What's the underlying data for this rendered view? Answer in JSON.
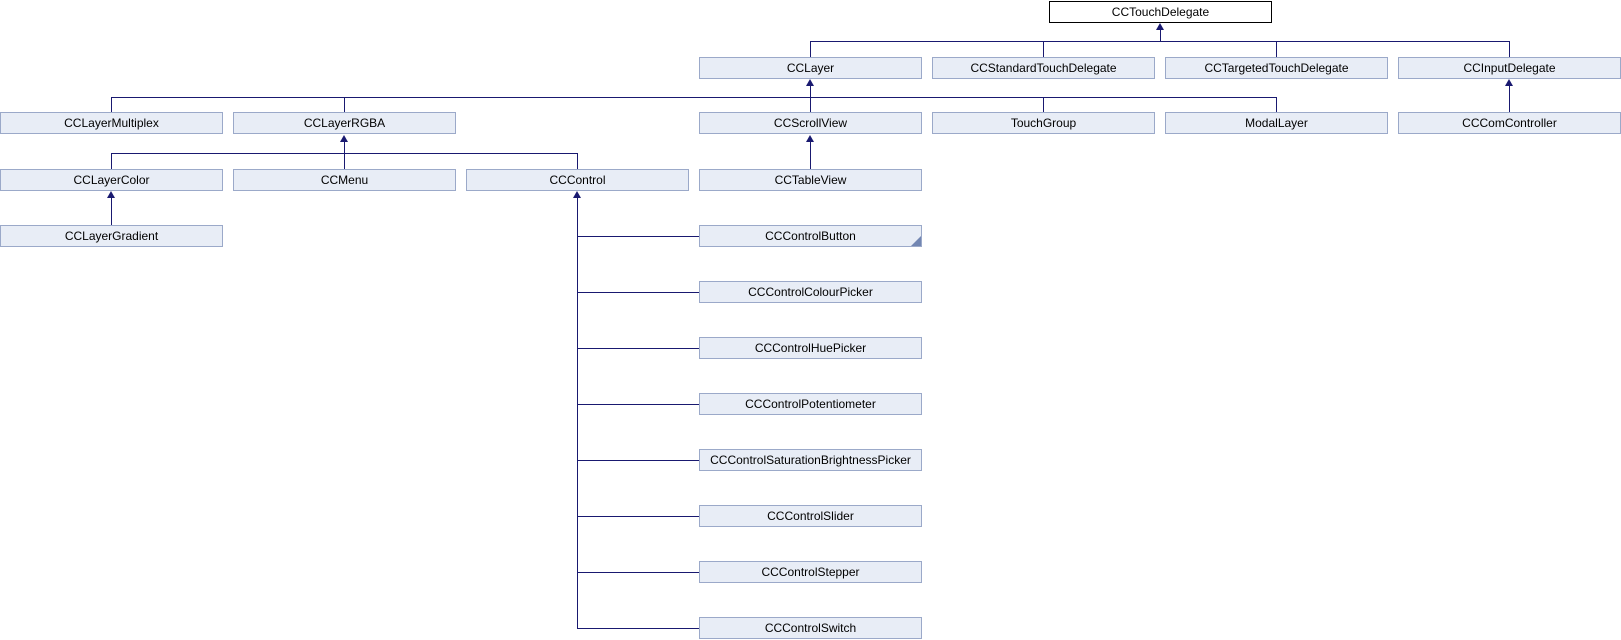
{
  "diagram": {
    "type": "class-inheritance-graph",
    "colors": {
      "edge": "#191970",
      "node_fill": "#e8edf6",
      "node_border": "#9ba9c9",
      "root_fill": "#ffffff",
      "root_border": "#000000",
      "fold_corner": "#7286b2",
      "text": "#000000"
    },
    "nodes": {
      "cctouchdelegate": {
        "label": "CCTouchDelegate"
      },
      "cclayer": {
        "label": "CCLayer"
      },
      "ccstandardtouchdelegate": {
        "label": "CCStandardTouchDelegate"
      },
      "cctargetedtouchdelegate": {
        "label": "CCTargetedTouchDelegate"
      },
      "ccinputdelegate": {
        "label": "CCInputDelegate"
      },
      "cclayermultiplex": {
        "label": "CCLayerMultiplex"
      },
      "cclayerrgba": {
        "label": "CCLayerRGBA"
      },
      "ccscrollview": {
        "label": "CCScrollView"
      },
      "touchgroup": {
        "label": "TouchGroup"
      },
      "modallayer": {
        "label": "ModalLayer"
      },
      "cccomcontroller": {
        "label": "CCComController"
      },
      "cclayercolor": {
        "label": "CCLayerColor"
      },
      "ccmenu": {
        "label": "CCMenu"
      },
      "cccontrol": {
        "label": "CCControl"
      },
      "cctableview": {
        "label": "CCTableView"
      },
      "cclayergradient": {
        "label": "CCLayerGradient"
      },
      "cccontrolbutton": {
        "label": "CCControlButton"
      },
      "cccontrolcolourpicker": {
        "label": "CCControlColourPicker"
      },
      "cccontrolhuepicker": {
        "label": "CCControlHuePicker"
      },
      "cccontrolpotentiometer": {
        "label": "CCControlPotentiometer"
      },
      "cccontrolsaturationbrightnesspicker": {
        "label": "CCControlSaturationBrightnessPicker"
      },
      "cccontrolslider": {
        "label": "CCControlSlider"
      },
      "cccontrolstepper": {
        "label": "CCControlStepper"
      },
      "cccontrolswitch": {
        "label": "CCControlSwitch"
      }
    },
    "relationships": [
      {
        "child": "CCLayer",
        "parent": "CCTouchDelegate"
      },
      {
        "child": "CCStandardTouchDelegate",
        "parent": "CCTouchDelegate"
      },
      {
        "child": "CCTargetedTouchDelegate",
        "parent": "CCTouchDelegate"
      },
      {
        "child": "CCInputDelegate",
        "parent": "CCTouchDelegate"
      },
      {
        "child": "CCLayerMultiplex",
        "parent": "CCLayer"
      },
      {
        "child": "CCLayerRGBA",
        "parent": "CCLayer"
      },
      {
        "child": "CCScrollView",
        "parent": "CCLayer"
      },
      {
        "child": "TouchGroup",
        "parent": "CCLayer"
      },
      {
        "child": "ModalLayer",
        "parent": "CCLayer"
      },
      {
        "child": "CCComController",
        "parent": "CCInputDelegate"
      },
      {
        "child": "CCLayerColor",
        "parent": "CCLayerRGBA"
      },
      {
        "child": "CCMenu",
        "parent": "CCLayerRGBA"
      },
      {
        "child": "CCControl",
        "parent": "CCLayerRGBA"
      },
      {
        "child": "CCTableView",
        "parent": "CCScrollView"
      },
      {
        "child": "CCLayerGradient",
        "parent": "CCLayerColor"
      },
      {
        "child": "CCControlButton",
        "parent": "CCControl"
      },
      {
        "child": "CCControlColourPicker",
        "parent": "CCControl"
      },
      {
        "child": "CCControlHuePicker",
        "parent": "CCControl"
      },
      {
        "child": "CCControlPotentiometer",
        "parent": "CCControl"
      },
      {
        "child": "CCControlSaturationBrightnessPicker",
        "parent": "CCControl"
      },
      {
        "child": "CCControlSlider",
        "parent": "CCControl"
      },
      {
        "child": "CCControlStepper",
        "parent": "CCControl"
      },
      {
        "child": "CCControlSwitch",
        "parent": "CCControl"
      }
    ],
    "truncated_nodes": [
      "CCControlButton"
    ]
  }
}
